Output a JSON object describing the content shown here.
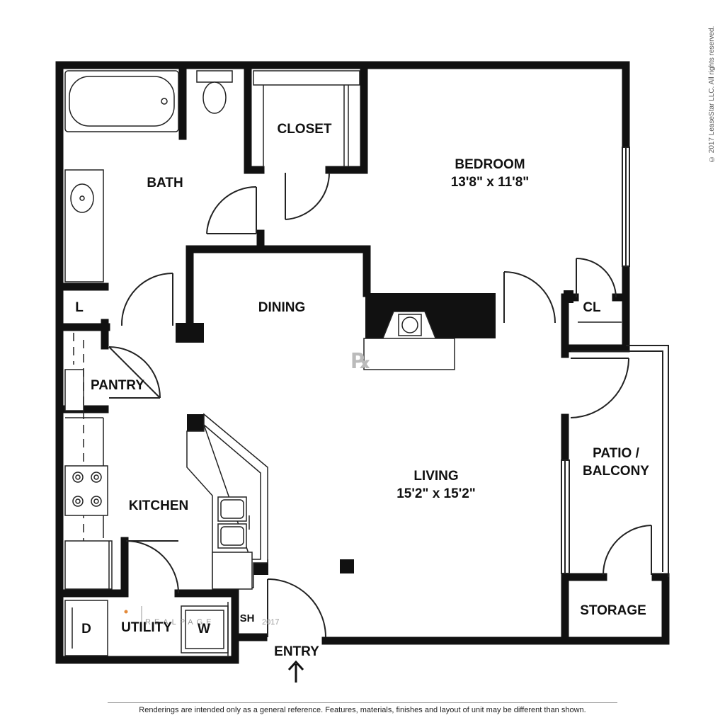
{
  "rooms": {
    "bedroom": {
      "name": "BEDROOM",
      "size": "13'8\" x 11'8\""
    },
    "bath": {
      "name": "BATH"
    },
    "closet": {
      "name": "CLOSET"
    },
    "dining": {
      "name": "DINING"
    },
    "living": {
      "name": "LIVING",
      "size": "15'2\" x 15'2\""
    },
    "kitchen": {
      "name": "KITCHEN"
    },
    "pantry": {
      "name": "PANTRY"
    },
    "linen": {
      "name": "L"
    },
    "cl": {
      "name": "CL"
    },
    "patio": {
      "line1": "PATIO /",
      "line2": "BALCONY"
    },
    "storage": {
      "name": "STORAGE"
    },
    "utility": {
      "name": "UTILITY",
      "dryer": "D",
      "washer": "W",
      "shelf": "SH"
    },
    "entry": {
      "name": "ENTRY"
    }
  },
  "watermark": {
    "brand": "REALPAGE",
    "year": "2017"
  },
  "copyright": "© 2017 LeaseStar LLC. All rights reserved.",
  "disclaimer": "Renderings are intended only as a general reference. Features, materials, finishes and layout of unit may be different than shown."
}
